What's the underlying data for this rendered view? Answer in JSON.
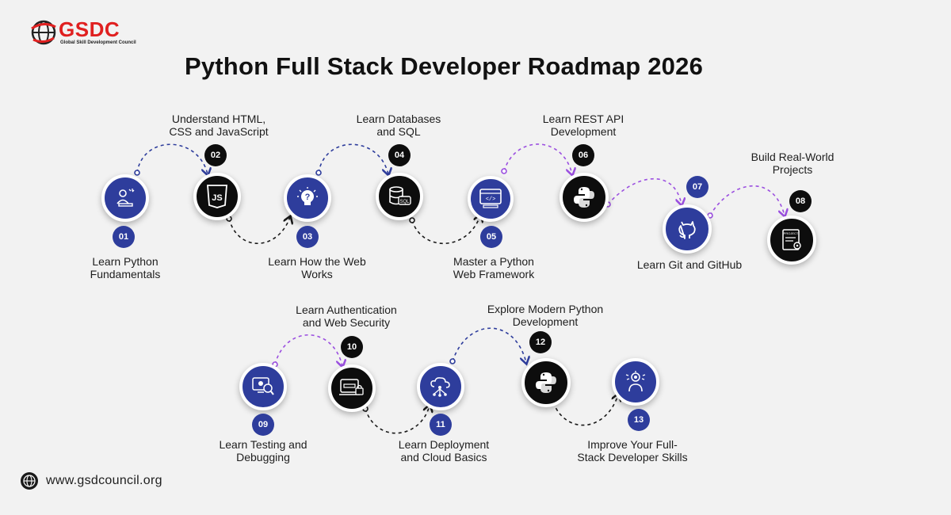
{
  "brand": {
    "logo_text": "GSDC",
    "tagline": "Global Skill Development Council",
    "accent": "#e02020"
  },
  "title": "Python Full Stack Developer Roadmap 2026",
  "colors": {
    "navy": "#2e3d9c",
    "black": "#0d0d0d",
    "purple": "#9b4fe0",
    "connector_navy": "#2e3d9c",
    "connector_black": "#1a1a1a"
  },
  "steps": [
    {
      "num": "01",
      "label": "Learn Python\nFundamentals",
      "icon": "learner-reading-icon",
      "style": "blue"
    },
    {
      "num": "02",
      "label": "Understand HTML,\nCSS and JavaScript",
      "icon": "javascript-icon",
      "style": "black"
    },
    {
      "num": "03",
      "label": "Learn How the Web\nWorks",
      "icon": "lightbulb-question-icon",
      "style": "blue"
    },
    {
      "num": "04",
      "label": "Learn Databases\nand SQL",
      "icon": "database-sql-icon",
      "style": "black"
    },
    {
      "num": "05",
      "label": "Master a Python\nWeb Framework",
      "icon": "code-window-icon",
      "style": "blue"
    },
    {
      "num": "06",
      "label": "Learn REST API\nDevelopment",
      "icon": "python-logo-icon",
      "style": "black"
    },
    {
      "num": "07",
      "label": "Learn Git and GitHub",
      "icon": "github-icon",
      "style": "blue"
    },
    {
      "num": "08",
      "label": "Build Real-World\nProjects",
      "icon": "project-document-icon",
      "style": "black"
    },
    {
      "num": "09",
      "label": "Learn Testing and\nDebugging",
      "icon": "bug-testing-icon",
      "style": "blue"
    },
    {
      "num": "10",
      "label": "Learn Authentication\nand Web Security",
      "icon": "secure-login-icon",
      "style": "black"
    },
    {
      "num": "11",
      "label": "Learn Deployment\nand Cloud Basics",
      "icon": "cloud-deploy-icon",
      "style": "blue"
    },
    {
      "num": "12",
      "label": "Explore Modern Python\nDevelopment",
      "icon": "python-logo-icon",
      "style": "black"
    },
    {
      "num": "13",
      "label": "Improve Your Full-\nStack Developer Skills",
      "icon": "skills-growth-icon",
      "style": "blue"
    }
  ],
  "footer": {
    "website": "www.gsdcouncil.org",
    "icon": "globe-icon"
  }
}
